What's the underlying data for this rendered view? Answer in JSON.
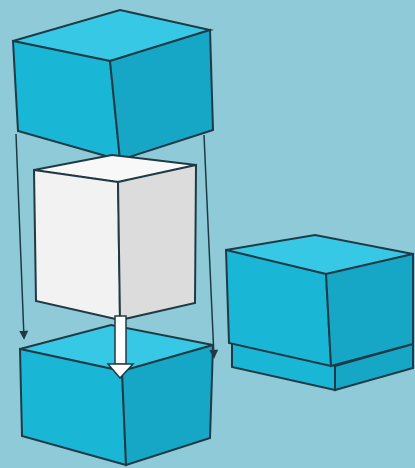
{
  "diagram": {
    "subject": "box-assembly-illustration",
    "colors": {
      "background": "#8fcad8",
      "cube_cyan": "#1ab6d6",
      "cube_cyan_top": "#37c8e6",
      "cube_cyan_side": "#16a7c6",
      "insert_front": "#f2f2f2",
      "insert_top": "#f8f8f8",
      "insert_side": "#dcdcdc",
      "outline": "#1f3a44"
    },
    "parts": [
      {
        "id": "lid",
        "label": ""
      },
      {
        "id": "insert",
        "label": ""
      },
      {
        "id": "base",
        "label": ""
      },
      {
        "id": "assembled-box",
        "label": ""
      }
    ]
  }
}
